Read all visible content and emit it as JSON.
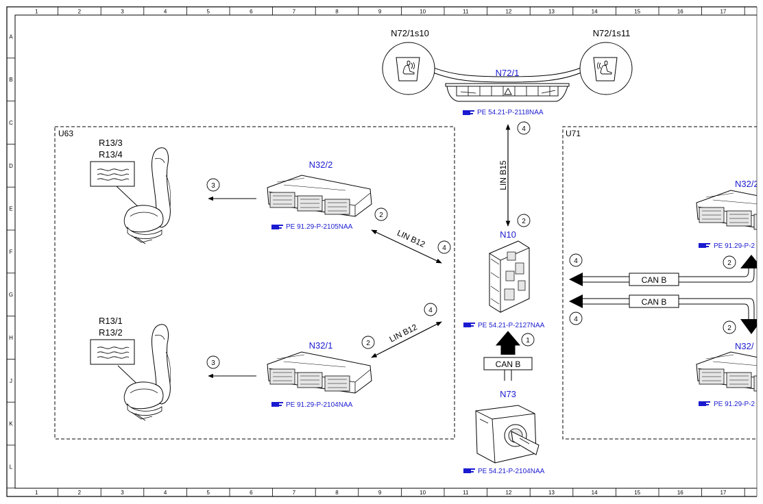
{
  "grid": {
    "columns": [
      "1",
      "2",
      "3",
      "4",
      "5",
      "6",
      "7",
      "8",
      "9",
      "10",
      "11",
      "12",
      "13",
      "14",
      "15",
      "16",
      "17"
    ],
    "rows": [
      "A",
      "B",
      "C",
      "D",
      "E",
      "F",
      "G",
      "H",
      "J",
      "K",
      "L"
    ]
  },
  "frames": {
    "left": "U63",
    "right": "U71"
  },
  "components": {
    "switch_left": "N72/1s10",
    "switch_right": "N72/1s11",
    "overhead_panel": "N72/1",
    "seat_module_front": "N32/2",
    "seat_module_rear": "N32/1",
    "sam": "N10",
    "ignition": "N73",
    "seat_upper_a": "R13/3",
    "seat_upper_b": "R13/4",
    "seat_lower_a": "R13/1",
    "seat_lower_b": "R13/2",
    "right_module_top": "N32/2",
    "right_module_bottom": "N32/"
  },
  "references": {
    "overhead": "PE 54.21-P-2118NAA",
    "module_front": "PE 91.29-P-2105NAA",
    "module_rear": "PE 91.29-P-2104NAA",
    "sam": "PE 54.21-P-2127NAA",
    "ignition": "PE 54.21-P-2104NAA",
    "right_top": "PE 91.29-P-2",
    "right_bottom": "PE 91.29-P-2"
  },
  "buses": {
    "lin_b15": "LIN B15",
    "lin_b12_upper": "LIN B12",
    "lin_b12_lower": "LIN B12",
    "can_b_bottom": "CAN B",
    "can_b_right_top": "CAN B",
    "can_b_right_bottom": "CAN B"
  },
  "markers": {
    "seat_upper": "3",
    "seat_lower": "3",
    "module_front": "2",
    "sam_upper_left": "4",
    "sam_lower_left": "4",
    "module_rear": "2",
    "panel_link": "4",
    "sam_top": "2",
    "can_in": "1",
    "right_top_left": "4",
    "right_bottom_left": "4",
    "right_top_right": "2",
    "right_bottom_right": "2"
  },
  "colors": {
    "link_blue": "#1a1ad0",
    "line": "#000000"
  }
}
